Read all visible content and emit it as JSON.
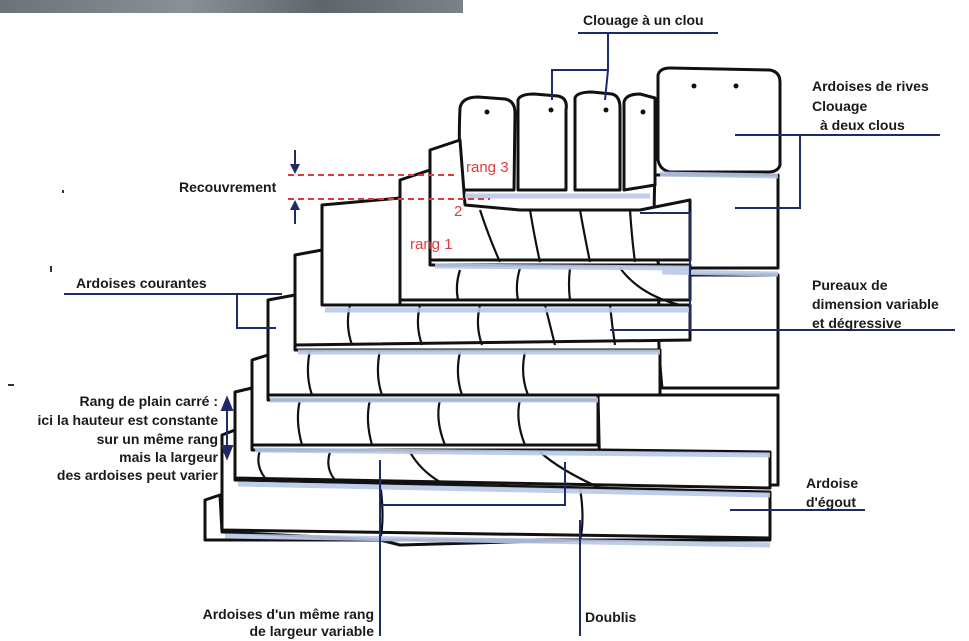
{
  "labels": {
    "clouage_un_clou": "Clouage à un clou",
    "ardoises_rives_1": "Ardoises de rives",
    "ardoises_rives_2": "Clouage",
    "ardoises_rives_3": "à deux clous",
    "recouvrement": "Recouvrement",
    "rang3": "rang 3",
    "rang2": "2",
    "rang1": "rang 1",
    "ardoises_courantes": "Ardoises courantes",
    "pureaux_1": "Pureaux de",
    "pureaux_2": "dimension variable",
    "pureaux_3": "et dégressive",
    "plain_carre_1": "Rang de plain carré :",
    "plain_carre_2": "ici la hauteur est constante",
    "plain_carre_3": "sur un même rang",
    "plain_carre_4": "mais la largeur",
    "plain_carre_5": "des ardoises peut varier",
    "egout_1": "Ardoise",
    "egout_2": "d'égout",
    "meme_rang_1": "Ardoises d'un même rang",
    "meme_rang_2": "de largeur variable",
    "doublis": "Doublis"
  },
  "colors": {
    "leader_line": "#1f2a6b",
    "overlap_marker": "#e23a3a",
    "slate_outline": "#111111",
    "slate_shadow": "#b8c8e8"
  }
}
